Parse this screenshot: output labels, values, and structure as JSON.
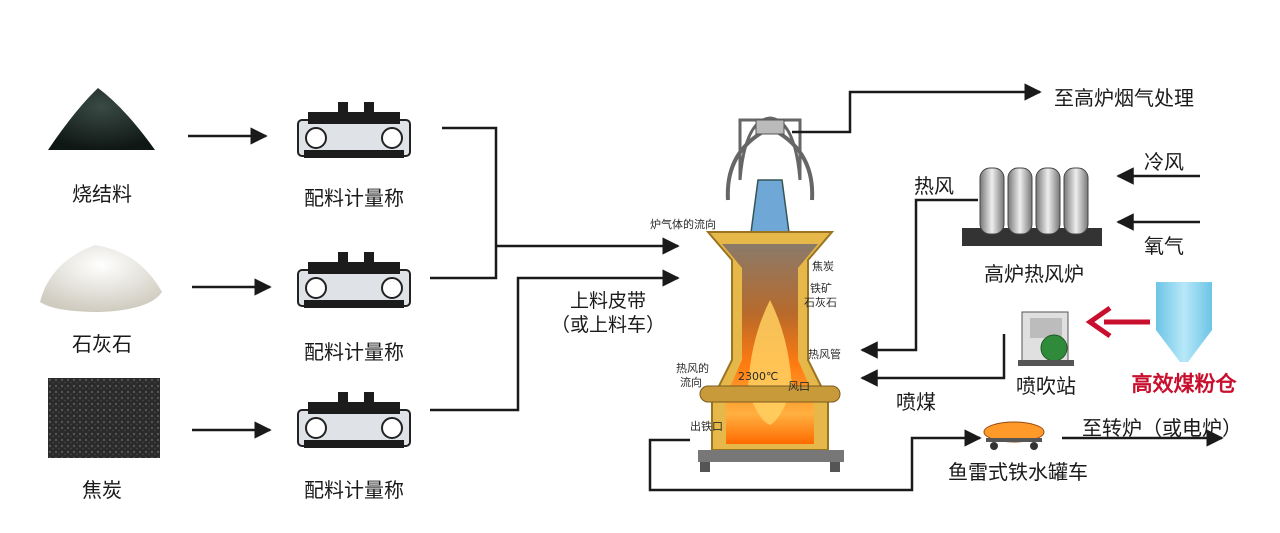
{
  "materials": [
    {
      "label": "烧结料",
      "pile": "dark-sinter-pile"
    },
    {
      "label": "石灰石",
      "pile": "white-limestone-pile"
    },
    {
      "label": "焦炭",
      "pile": "coke-pile"
    }
  ],
  "scale_label": "配料计量称",
  "conveyor_label_line1": "上料皮带",
  "conveyor_label_line2": "（或上料车）",
  "furnace_labels": {
    "gas_flow": "炉气体的流向",
    "coke": "焦炭",
    "iron_ore": "铁矿",
    "limestone": "石灰石",
    "hot_blast_pipe": "热风管",
    "hot_blast_flow_line1": "热风的",
    "hot_blast_flow_line2": "流向",
    "temperature": "2300℃",
    "tuyere": "风口",
    "taphole": "出铁口"
  },
  "to_gas_treatment": "至高炉烟气处理",
  "hot_stove": {
    "label": "高炉热风炉",
    "hot_air": "热风",
    "cold_air": "冷风",
    "oxygen": "氧气"
  },
  "injection": {
    "station": "喷吹站",
    "coal_injection": "喷煤",
    "silo": "高效煤粉仓",
    "accent_color": "#c8102e",
    "silo_color": "#8fd3ec"
  },
  "torpedo": {
    "label": "鱼雷式铁水罐车",
    "destination": "至转炉（或电炉）"
  },
  "colors": {
    "line": "#1a1a1a",
    "furnace_shell": "#e6b84a",
    "flame": "#ff6a00"
  }
}
